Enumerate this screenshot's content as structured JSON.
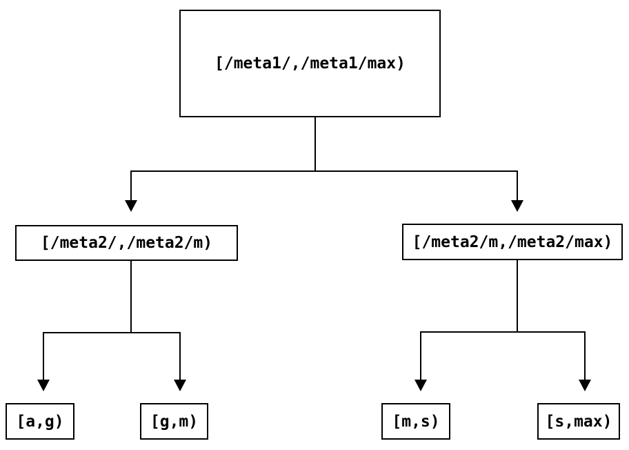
{
  "diagram": {
    "type": "binary-tree",
    "colors": {
      "background": "#ffffff",
      "box_border": "#000000",
      "line": "#000000",
      "text": "#000000"
    },
    "root": {
      "label": "[/meta1/,/meta1/max)"
    },
    "level2": [
      {
        "label": "[/meta2/,/meta2/m)"
      },
      {
        "label": "[/meta2/m,/meta2/max)"
      }
    ],
    "leaves": [
      {
        "label": "[a,g)"
      },
      {
        "label": "[g,m)"
      },
      {
        "label": "[m,s)"
      },
      {
        "label": "[s,max)"
      }
    ]
  }
}
